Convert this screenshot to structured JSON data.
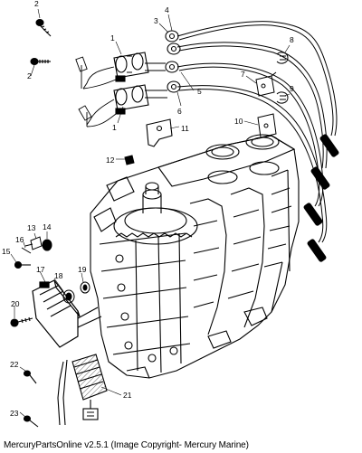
{
  "diagram": {
    "callouts": [
      "1",
      "1",
      "2",
      "2",
      "3",
      "4",
      "5",
      "6",
      "7",
      "8",
      "9",
      "10",
      "11",
      "12",
      "13",
      "14",
      "15",
      "16",
      "17",
      "18",
      "19",
      "20",
      "21",
      "22",
      "23"
    ]
  },
  "footer": {
    "text": "MercuryPartsOnline v2.5.1 (Image Copyright- Mercury Marine)"
  }
}
